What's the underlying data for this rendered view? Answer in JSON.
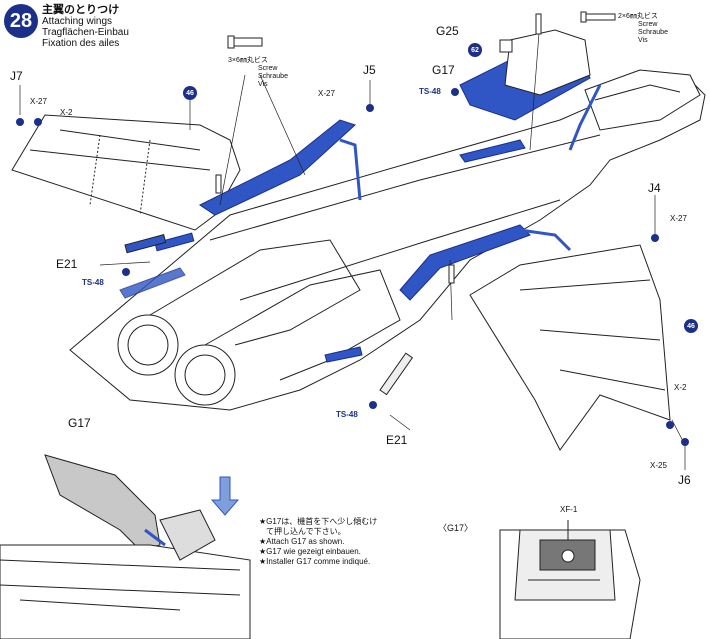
{
  "step": {
    "number": "28",
    "title_jp": "主翼のとりつけ",
    "title_en": "Attaching wings",
    "title_de": "Tragflächen-Einbau",
    "title_fr": "Fixation des ailes"
  },
  "screw_left": {
    "size": "3×6㎜丸ビス",
    "en": "Screw",
    "de": "Schraube",
    "fr": "Vis"
  },
  "screw_right": {
    "size": "2×6㎜丸ビス",
    "en": "Screw",
    "de": "Schraube",
    "fr": "Vis"
  },
  "parts": {
    "J7": "J7",
    "J5": "J5",
    "J4": "J4",
    "J6": "J6",
    "G25": "G25",
    "G17": "G17",
    "E21a": "E21",
    "E21b": "E21",
    "G17_inset": "G17",
    "XF1": "XF-1",
    "inset_title": "〈G17〉"
  },
  "paints": {
    "x27_a": "X-27",
    "x2_a": "X-2",
    "x27_b": "X-27",
    "x27_c": "X-27",
    "x2_b": "X-2",
    "x25": "X-25",
    "ts48_a": "TS-48",
    "ts48_b": "TS-48",
    "ts48_c": "TS-48"
  },
  "circled": {
    "c46a": "46",
    "c46b": "46",
    "c62": "62"
  },
  "note": {
    "jp": "★G17は、機首を下へ少し傾むけ",
    "jp2": "て押し込んで下さい。",
    "en": "★Attach G17 as shown.",
    "de": "★G17 wie gezeigt einbauen.",
    "fr": "★Installer G17 comme indiqué."
  },
  "colors": {
    "blue": "#2f56c4",
    "dark_blue": "#1c2f8a",
    "line": "#222222",
    "grey": "#c8c8c8"
  }
}
